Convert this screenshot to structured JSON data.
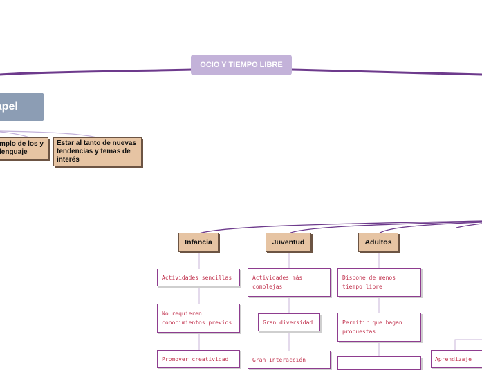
{
  "central_topic": "OCIO Y TIEMPO LIBRE",
  "left_branch": {
    "label_partial": "papel",
    "children": [
      {
        "text_partial": "mplo de los y lenguaje"
      },
      {
        "text": "Estar al tanto de nuevas tendencias y temas de interés"
      }
    ]
  },
  "stages": [
    {
      "label": "Infancia",
      "items": [
        "Actividades sencillas",
        "No requieren conocimientos previos",
        "Promover creatividad"
      ]
    },
    {
      "label": "Juventud",
      "items": [
        "Actividades más complejas",
        "Gran diversidad",
        "Gran interacción"
      ]
    },
    {
      "label": "Adultos",
      "items": [
        "Dispone de menos tiempo libre",
        "Permitir que hagan propuestas"
      ]
    }
  ],
  "right_partial": {
    "text": "Aprendizaje"
  },
  "colors": {
    "central_bg": "#c3b2d9",
    "branch_bg": "#8c9db4",
    "tan_bg": "#e6c4a3",
    "connector": "#6d3a8c",
    "leaf_text": "#c0304c"
  }
}
